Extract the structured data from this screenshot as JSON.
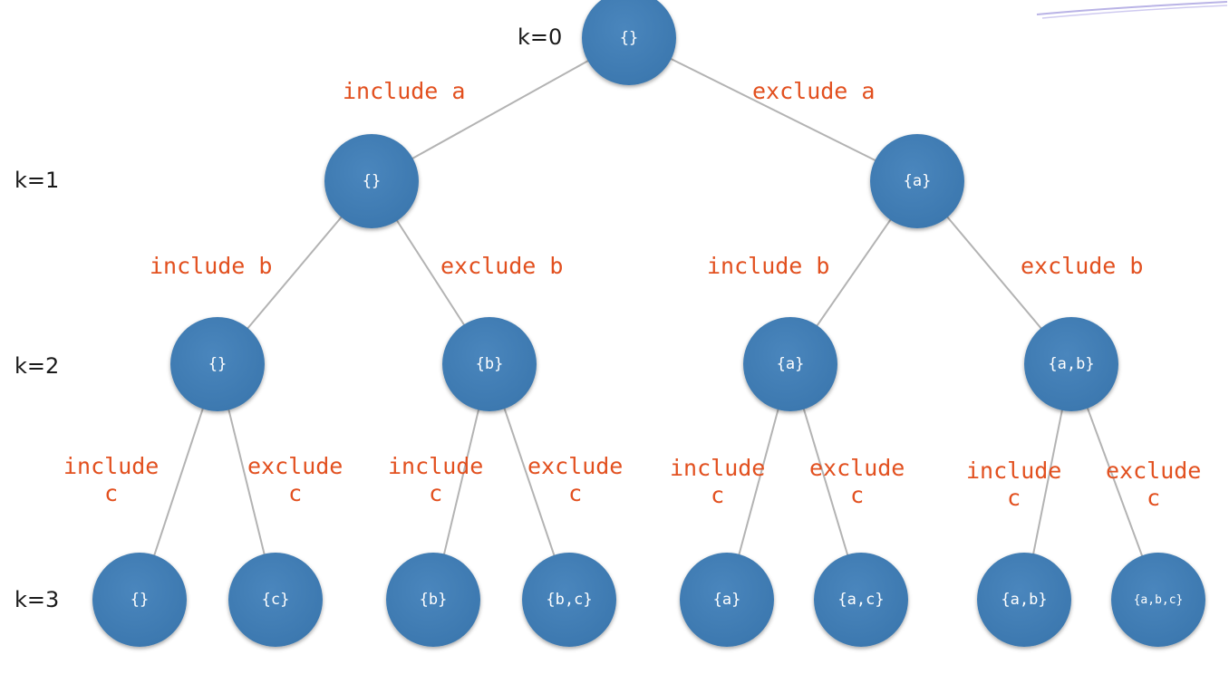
{
  "levels": [
    "k=0",
    "k=1",
    "k=2",
    "k=3"
  ],
  "nodes": {
    "root": "{}",
    "l1_left": "{}",
    "l1_right": "{a}",
    "l2_0": "{}",
    "l2_1": "{b}",
    "l2_2": "{a}",
    "l2_3": "{a,b}",
    "l3_0": "{}",
    "l3_1": "{c}",
    "l3_2": "{b}",
    "l3_3": "{b,c}",
    "l3_4": "{a}",
    "l3_5": "{a,c}",
    "l3_6": "{a,b}",
    "l3_7": "{a,b,c}"
  },
  "edge_labels": {
    "include_a": "include a",
    "exclude_a": "exclude a",
    "include_b": "include b",
    "exclude_b": "exclude b",
    "include": "include",
    "exclude": "exclude",
    "c": "c"
  },
  "colors": {
    "node_fill": "#3d79b0",
    "edge": "#b3b3b3",
    "edge_label": "#e2501f",
    "level_label": "#1a1a1a"
  }
}
